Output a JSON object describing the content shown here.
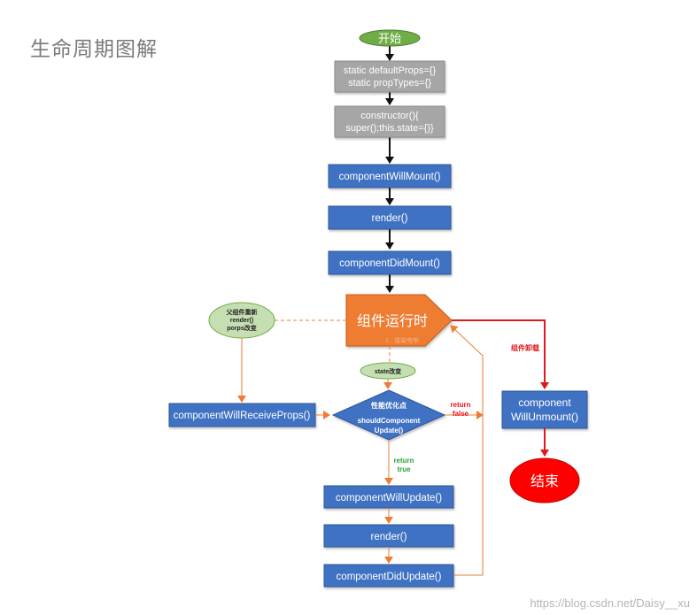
{
  "page": {
    "title": "生命周期图解",
    "watermark": "https://blog.csdn.net/Daisy__xu"
  },
  "flow": {
    "start": "开始",
    "static_line1": "static defaultProps={}",
    "static_line2": "static propTypes={}",
    "constructor_line1": "constructor(){",
    "constructor_line2": "super();this.state={}}",
    "will_mount": "componentWillMount()",
    "render_1": "render()",
    "did_mount": "componentDidMount()",
    "running": "组件运行时",
    "running_sub": "1 · 渲染完毕",
    "parent_line1": "父组件重新",
    "parent_line2": "render()",
    "parent_line3": "porps改变",
    "state_change": "state改变",
    "will_receive_props": "componentWillReceiveProps()",
    "diamond_line1": "性能优化点",
    "diamond_line2": "shouldComponent",
    "diamond_line3": "Update()",
    "return_true_line1": "return",
    "return_true_line2": "true",
    "return_false_line1": "return",
    "return_false_line2": "false",
    "will_update": "componentWillUpdate()",
    "render_2": "render()",
    "did_update": "componentDidUpdate()",
    "unmount_label": "组件卸载",
    "will_unmount_line1": "component",
    "will_unmount_line2": "WillUnmount()",
    "end": "结束"
  },
  "colors": {
    "blue_box": "#3f72c4",
    "gray_box": "#a6a6a6",
    "orange": "#ee7d31",
    "green_ellipse": "#70ad47",
    "light_green": "#c5dfb3",
    "red": "#e0191b"
  }
}
